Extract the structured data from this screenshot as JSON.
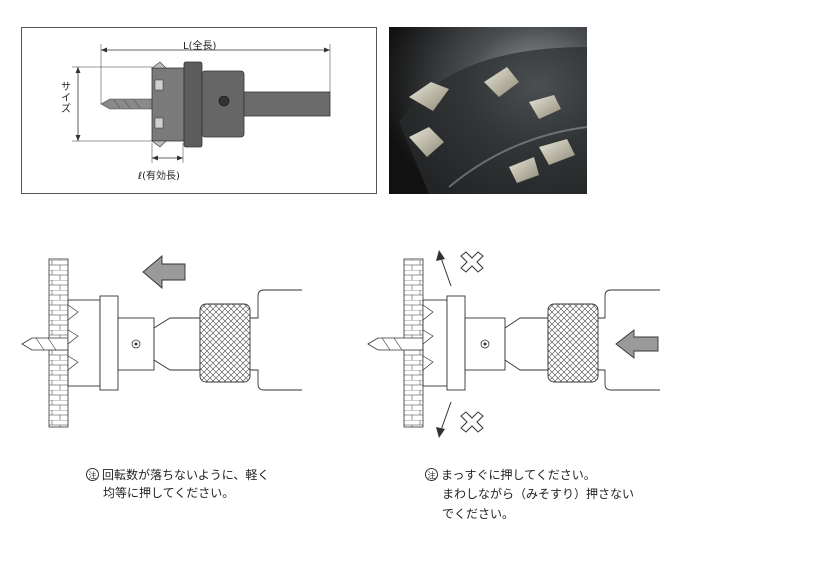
{
  "spec": {
    "length_label": "L(全長)",
    "size_label": "サイズ",
    "effective_label": "ℓ(有効長)"
  },
  "notes": {
    "left": {
      "mark": "注",
      "line1": "回転数が落ちないように、軽く",
      "line2": "均等に押してください。"
    },
    "right": {
      "mark": "注",
      "line1": "まっすぐに押してください。",
      "line2": "まわしながら（みそすり）押さない",
      "line3": "でください。"
    }
  },
  "colors": {
    "arrow_fill": "#9a9a9a",
    "cross_stroke": "#333333",
    "frame_border": "#555555",
    "photo_bg": "#1b1b1b"
  },
  "icons": {
    "push_arrow": "left-arrow",
    "wrong_direction": "x-mark"
  }
}
